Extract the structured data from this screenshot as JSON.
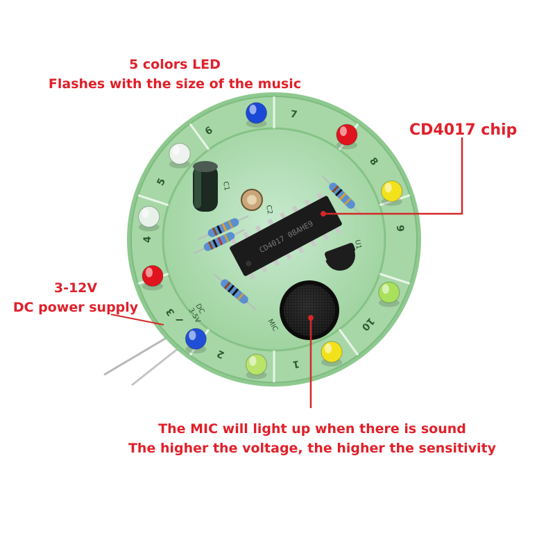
{
  "annotations": {
    "led_line1": "5 colors LED",
    "led_line2": "Flashes with the size of the music",
    "chip": "CD4017 chip",
    "power_line1": "3-12V",
    "power_line2": "DC power supply",
    "mic_line1": "The MIC will light up when there is sound",
    "mic_line2": "The higher the voltage, the higher the sensitivity"
  },
  "board": {
    "led_numbers": [
      "1",
      "2",
      "3",
      "4",
      "5",
      "6",
      "7",
      "8",
      "9",
      "10"
    ],
    "silkscreen": {
      "dc": "DC",
      "voltage": "3-5V",
      "minus": "−",
      "plus": "+",
      "mic": "MIC",
      "c1": "C1",
      "c2": "C2",
      "u1": "U1",
      "chip_marking": "CD4017 08AHE9"
    }
  },
  "colors": {
    "annotation": "#e0202a",
    "pcb": "#a9d8a8",
    "pcb_ring": "#93cb93",
    "leader_line": "#d42828"
  }
}
